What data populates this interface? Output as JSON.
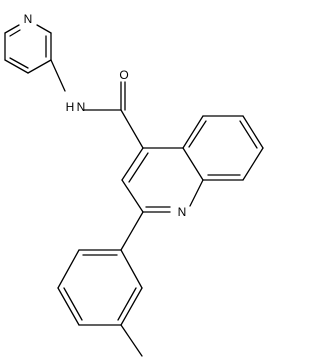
{
  "colors": {
    "bond": "#000000",
    "background": "#ffffff"
  },
  "atom_labels": {
    "pyridine_n": "N",
    "amide_n": "N",
    "amide_h": "H",
    "carbonyl_o": "O",
    "quinoline_n": "N"
  }
}
